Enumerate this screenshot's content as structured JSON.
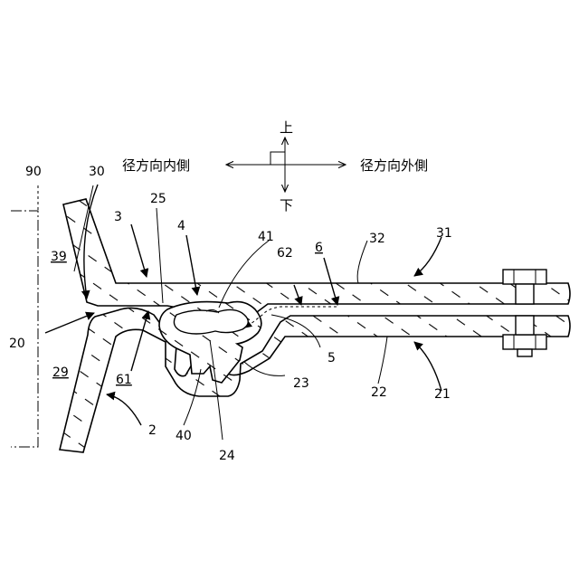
{
  "direction": {
    "up": "上",
    "down": "下",
    "radial_inner": "径方向内側",
    "radial_outer": "径方向外側"
  },
  "labels": {
    "n90": "90",
    "n30": "30",
    "n3": "3",
    "n25": "25",
    "n4": "4",
    "n41": "41",
    "n62": "62",
    "n6": "6",
    "n32": "32",
    "n31": "31",
    "n39": "39",
    "n20": "20",
    "n29": "29",
    "n61": "61",
    "n5": "5",
    "n23": "23",
    "n22": "22",
    "n21": "21",
    "n2": "2",
    "n40": "40",
    "n24": "24"
  }
}
